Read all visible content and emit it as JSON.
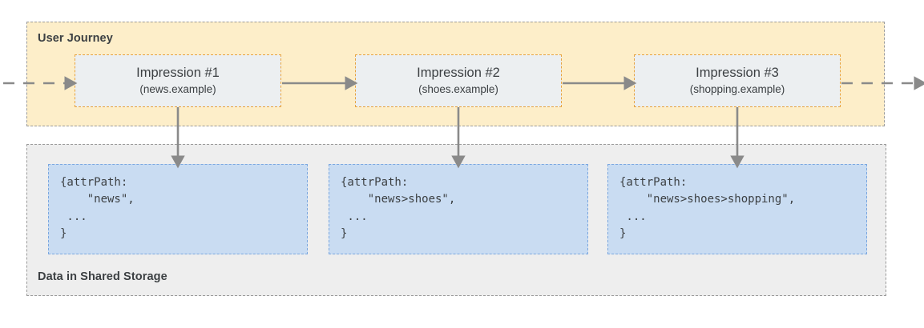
{
  "diagram": {
    "title": "User Journey and Shared Storage attrPath accumulation",
    "colors": {
      "journey_panel_bg": "#fdeec9",
      "storage_panel_bg": "#eeeeee",
      "panel_border": "#9a9a9a",
      "impression_bg": "#eceff1",
      "impression_border": "#e8a33d",
      "data_box_bg": "#c9dcf2",
      "data_box_border": "#7aa7e0",
      "arrow": "#8a8a8a",
      "text": "#3c4043"
    }
  },
  "journey": {
    "title": "User Journey",
    "impressions": [
      {
        "title": "Impression #1",
        "site": "(news.example)"
      },
      {
        "title": "Impression #2",
        "site": "(shoes.example)"
      },
      {
        "title": "Impression #3",
        "site": "(shopping.example)"
      }
    ]
  },
  "storage": {
    "title": "Data in Shared Storage",
    "records": [
      {
        "code": "{attrPath:\n    \"news\",\n ...\n}"
      },
      {
        "code": "{attrPath:\n    \"news>shoes\",\n ...\n}"
      },
      {
        "code": "{attrPath:\n    \"news>shoes>shopping\",\n ...\n}"
      }
    ]
  },
  "arrows": {
    "entry": "dashed-arrow-right",
    "exit": "dashed-arrow-right",
    "between": "solid-arrow-right",
    "down": "solid-arrow-down"
  }
}
